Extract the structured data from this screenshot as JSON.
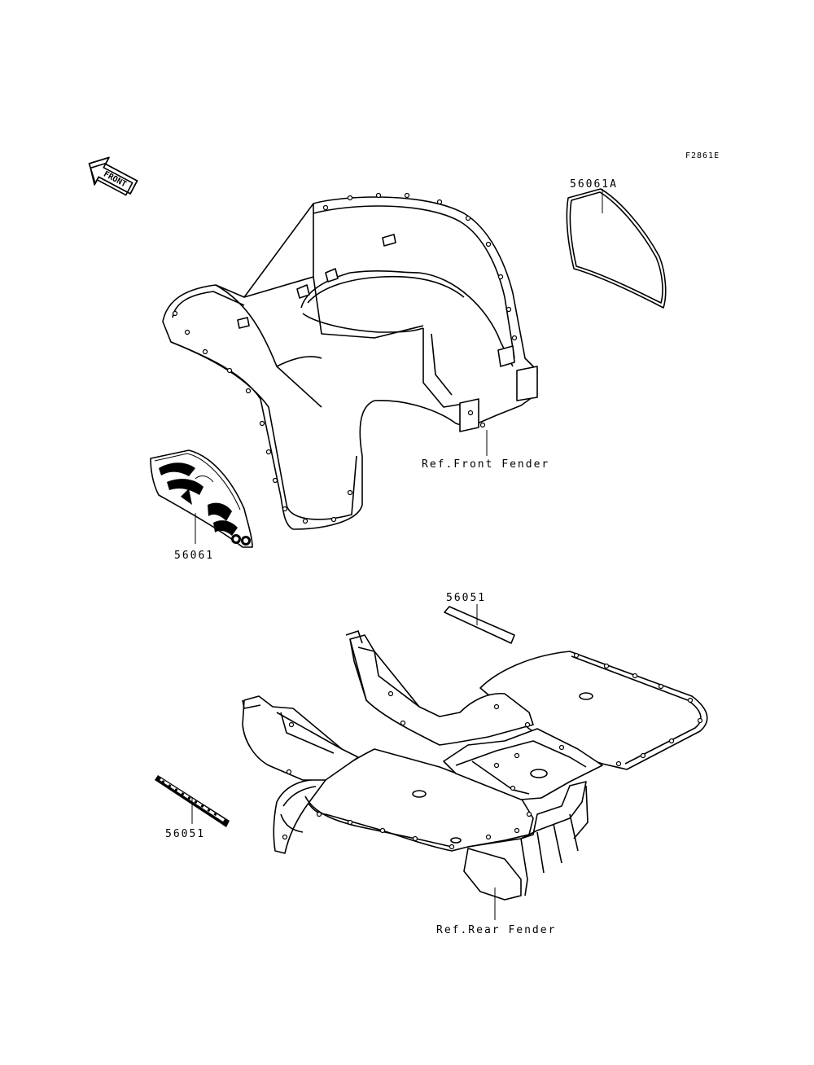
{
  "diagram": {
    "code": "F2861E",
    "front_arrow_label": "FRONT",
    "labels": {
      "part_56061A": "56061A",
      "ref_front_fender": "Ref.Front Fender",
      "part_56061": "56061",
      "part_56051_top": "56051",
      "part_56051_bottom": "56051",
      "ref_rear_fender": "Ref.Rear Fender"
    },
    "colors": {
      "line": "#000000",
      "background": "#ffffff",
      "shade": "#d4d4d4"
    }
  }
}
